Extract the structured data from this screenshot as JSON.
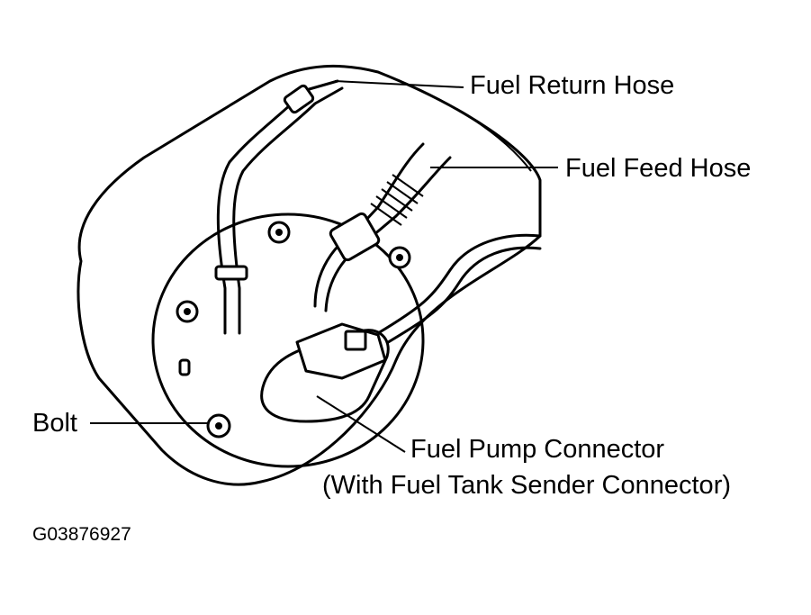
{
  "labels": {
    "fuel_return_hose": "Fuel Return Hose",
    "fuel_feed_hose": "Fuel Feed Hose",
    "bolt": "Bolt",
    "fuel_pump_connector_line1": "Fuel Pump Connector",
    "fuel_pump_connector_line2": "(With Fuel Tank Sender Connector)"
  },
  "figure_id": "G03876927",
  "colors": {
    "ink": "#000000",
    "paper": "#ffffff"
  }
}
